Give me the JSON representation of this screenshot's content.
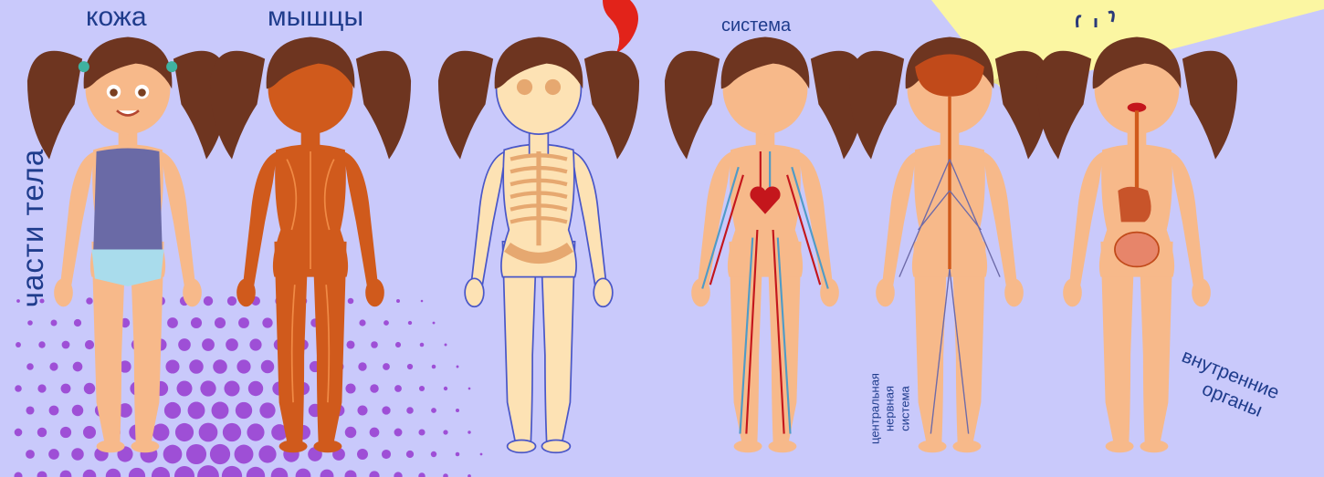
{
  "labels": {
    "skin": "кожа",
    "muscles": "мышцы",
    "circulatory": "система",
    "body_parts": "части тела",
    "nervous_line1": "центральная",
    "nervous_line2": "нервная",
    "nervous_line3": "система",
    "organs_line1": "внутренние",
    "organs_line2": "органы"
  },
  "colors": {
    "background": "#c9c9fb",
    "label_text": "#1f3c8c",
    "hair": "#6e3520",
    "skin": "#f7b98a",
    "muscle": "#d05a1c",
    "bone": "#fde2b4",
    "blood_red": "#c4161c",
    "vein_blue": "#4f9bc7",
    "sticky_note": "#fbf6a2",
    "dots": "#9e4fd6"
  },
  "figures": [
    {
      "name": "skin"
    },
    {
      "name": "muscles"
    },
    {
      "name": "skeleton"
    },
    {
      "name": "circulatory-system"
    },
    {
      "name": "nervous-system"
    },
    {
      "name": "internal-organs"
    }
  ]
}
